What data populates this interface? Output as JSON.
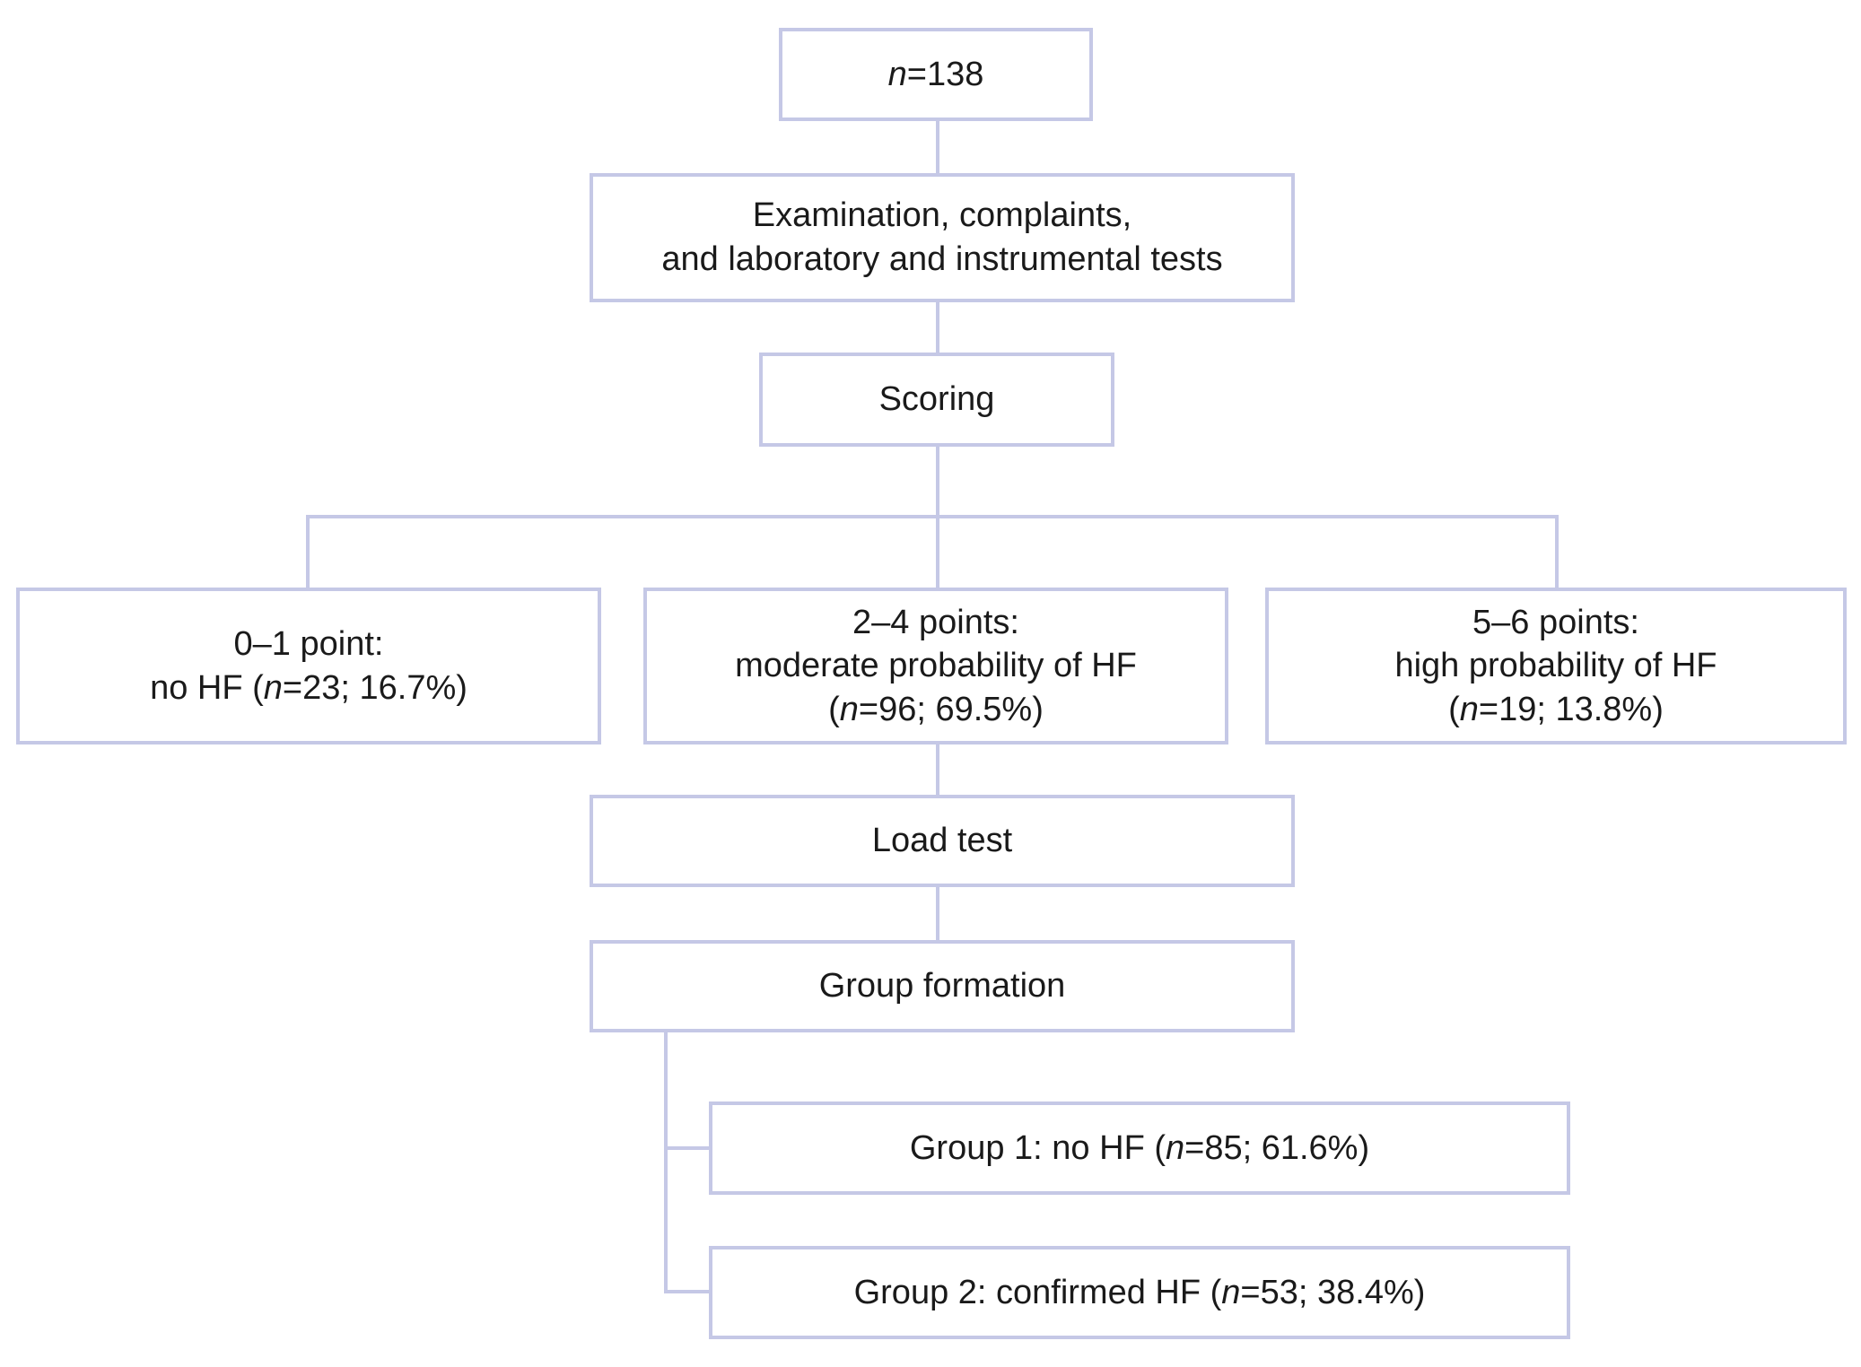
{
  "diagram": {
    "title": "Patient enrollment and group formation flowchart",
    "accent_color": "#c5c8e6",
    "text_color": "#1a1a1a",
    "background_color": "#ffffff"
  },
  "nodes": {
    "total": {
      "id": "total-patients",
      "text": "n=138",
      "n": 138
    },
    "examination": {
      "id": "examination",
      "text": "Examination, complaints,\nand laboratory and instrumental tests"
    },
    "scoring": {
      "id": "scoring",
      "text": "Scoring"
    },
    "score_low": {
      "id": "score-0-1",
      "text": "0–1 point:\nno HF (n=23; 16.7%)",
      "range": "0–1 point",
      "label": "no HF",
      "n": 23,
      "percent": "16.7%"
    },
    "score_mid": {
      "id": "score-2-4",
      "text": "2–4 points:\nmoderate probability of HF\n(n=96; 69.5%)",
      "range": "2–4 points",
      "label": "moderate probability of HF",
      "n": 96,
      "percent": "69.5%"
    },
    "score_high": {
      "id": "score-5-6",
      "text": "5–6 points:\nhigh probability of HF\n(n=19; 13.8%)",
      "range": "5–6 points",
      "label": "high probability of HF",
      "n": 19,
      "percent": "13.8%"
    },
    "load_test": {
      "id": "load-test",
      "text": "Load test"
    },
    "group_formation": {
      "id": "group-formation",
      "text": "Group formation"
    },
    "group1": {
      "id": "group-1",
      "text": "Group 1: no HF (n=85; 61.6%)",
      "label": "Group 1: no HF",
      "n": 85,
      "percent": "61.6%"
    },
    "group2": {
      "id": "group-2",
      "text": "Group 2: confirmed HF (n=53; 38.4%)",
      "label": "Group 2: confirmed HF",
      "n": 53,
      "percent": "38.4%"
    }
  }
}
